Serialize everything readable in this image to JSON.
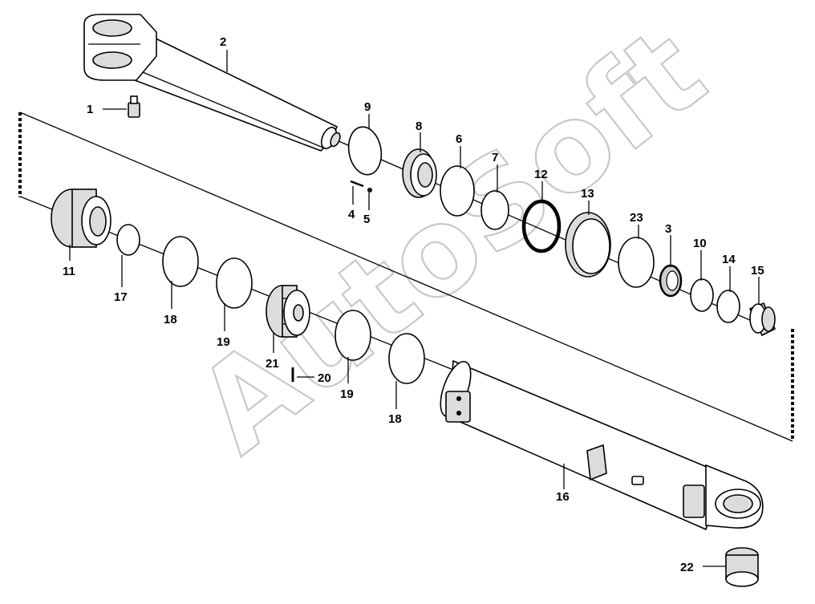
{
  "watermark": "AutoSoft",
  "callouts": [
    {
      "id": "1",
      "text": "1"
    },
    {
      "id": "2",
      "text": "2"
    },
    {
      "id": "3",
      "text": "3"
    },
    {
      "id": "4",
      "text": "4"
    },
    {
      "id": "5",
      "text": "5"
    },
    {
      "id": "6",
      "text": "6"
    },
    {
      "id": "7",
      "text": "7"
    },
    {
      "id": "8",
      "text": "8"
    },
    {
      "id": "9",
      "text": "9"
    },
    {
      "id": "10",
      "text": "10"
    },
    {
      "id": "11",
      "text": "11"
    },
    {
      "id": "12",
      "text": "12"
    },
    {
      "id": "13",
      "text": "13"
    },
    {
      "id": "14",
      "text": "14"
    },
    {
      "id": "15",
      "text": "15"
    },
    {
      "id": "16",
      "text": "16"
    },
    {
      "id": "17",
      "text": "17"
    },
    {
      "id": "18a",
      "text": "18"
    },
    {
      "id": "18b",
      "text": "18"
    },
    {
      "id": "19a",
      "text": "19"
    },
    {
      "id": "19b",
      "text": "19"
    },
    {
      "id": "20",
      "text": "20"
    },
    {
      "id": "21",
      "text": "21"
    },
    {
      "id": "22",
      "text": "22"
    },
    {
      "id": "23",
      "text": "23"
    }
  ]
}
